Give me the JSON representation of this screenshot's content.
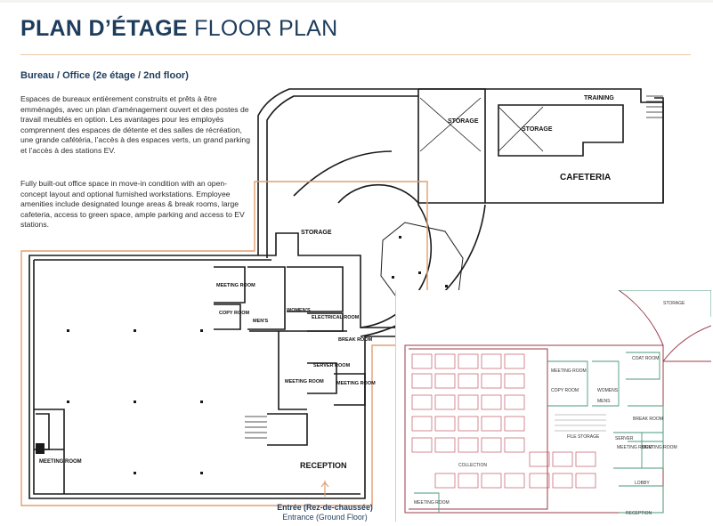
{
  "header": {
    "title_bold": "PLAN D’ÉTAGE",
    "title_light": "FLOOR PLAN"
  },
  "section": {
    "heading": "Bureau / Office (2e étage / 2nd floor)",
    "paragraph_fr": "Espaces de bureaux entièrement construits et prêts à être emménagés, avec un plan d’aménagement ouvert et des postes de travail meublés en option. Les avantages pour les employés comprennent des espaces de détente et des salles de récréation, une grande cafétéria, l’accès à des espaces verts, un grand parking et l’accès à des stations EV.",
    "paragraph_en": "Fully built-out office space in move-in condition with an open-concept layout and optional furnished workstations. Employee amenities include designated lounge areas & break rooms, large cafeteria, access to green space, ample parking and access to EV stations."
  },
  "entrance": {
    "label_fr": "Entrée (Rez-de-chaussée)",
    "label_en": "Entrance (Ground Floor)"
  },
  "floor_plan": {
    "rooms": {
      "training": "TRAINING",
      "storage_top_left": "STORAGE",
      "storage_top_right": "STORAGE",
      "cafeteria": "CAFETERIA",
      "storage_mid": "STORAGE",
      "meeting_room_1": "MEETING ROOM",
      "copy_room": "COPY ROOM",
      "mens": "MEN'S",
      "womens": "WOMEN'S",
      "electrical_room": "ELECTRICAL ROOM",
      "break_room": "BREAK ROOM",
      "server_room": "SERVER ROOM",
      "meeting_room_2": "MEETING ROOM",
      "meeting_room_3": "MEETING ROOM",
      "meeting_room_4": "MEETING ROOM",
      "reception": "RECEPTION"
    },
    "inset_rooms": {
      "storage": "STORAGE",
      "coat_room": "COAT ROOM",
      "meeting_room_a": "MEETING ROOM",
      "copy_room": "COPY ROOM",
      "womens": "WOMENS",
      "mens": "MENS",
      "break_room": "BREAK ROOM",
      "file_storage": "FILE STORAGE",
      "server": "SERVER",
      "meeting_room_b": "MEETING ROOM",
      "meeting_room_c": "MEETING ROOM",
      "collection": "COLLECTION",
      "lobby": "LOBBY",
      "meeting_room_d": "MEETING ROOM",
      "reception": "RECEPTION"
    }
  },
  "colors": {
    "title": "#1e3d5c",
    "rule": "#e9c8a8",
    "highlight_outline": "#e0a070",
    "plan_lines": "#1a1a1a",
    "inset_lines": "#9b3b4a",
    "inset_green": "#4a9a7a"
  }
}
